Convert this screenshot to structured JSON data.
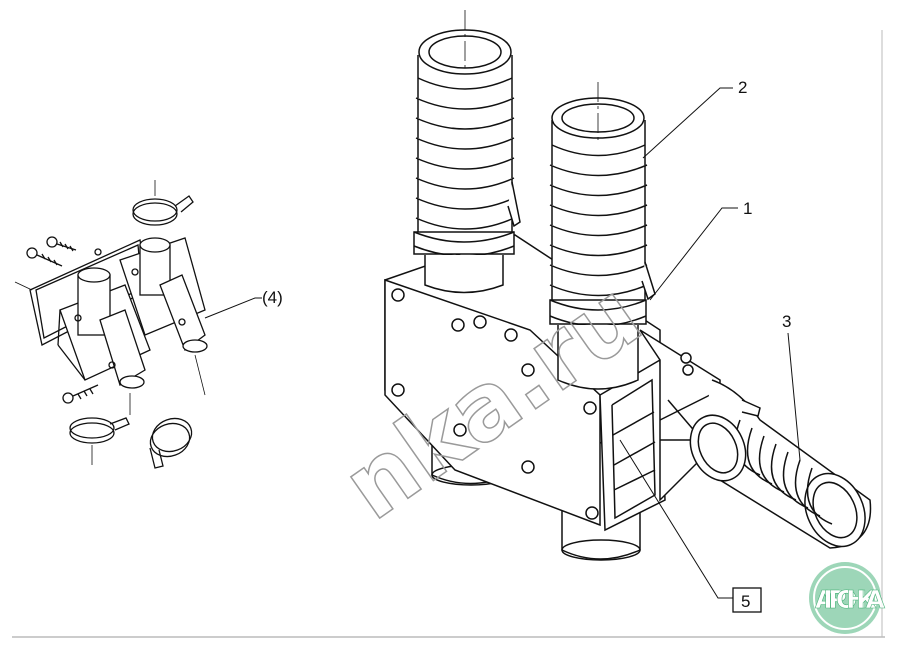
{
  "callouts": {
    "c1": "1",
    "c2": "2",
    "c3": "3",
    "c4": "(4)",
    "c5": "5"
  },
  "watermark": {
    "text": "nka.ru",
    "logo_text": "АГРОНКА",
    "logo_color": "#2ea866"
  },
  "colors": {
    "line": "#111111",
    "paper": "#ffffff"
  }
}
